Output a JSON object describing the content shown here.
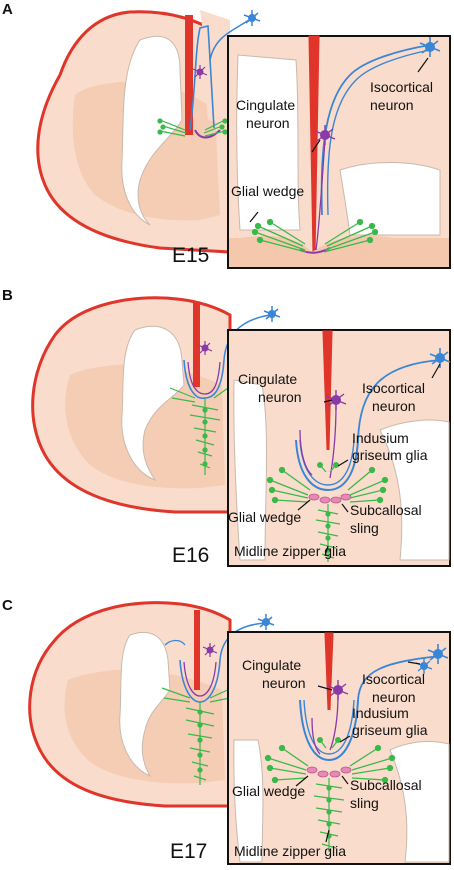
{
  "colors": {
    "tissue": "#f9dccb",
    "tissue_light": "#fdeee5",
    "pial_red": "#e0352b",
    "ventricle": "#ffffff",
    "axon_blue": "#3a86d6",
    "neuron_purple": "#8a3aa8",
    "glia_green": "#3bb84a",
    "sling_pink": "#e58ab5",
    "inset_border": "#111111"
  },
  "icons": [
    "isocortical-neuron-icon",
    "cingulate-neuron-icon",
    "glial-cell-icon",
    "arrow-icon"
  ],
  "panels": [
    {
      "letter": "A",
      "stage": "E15",
      "labels": {
        "isocortical": [
          "Isocortical",
          "neuron"
        ],
        "cingulate": [
          "Cingulate",
          "neuron"
        ],
        "glial_wedge": "Glial wedge"
      }
    },
    {
      "letter": "B",
      "stage": "E16",
      "labels": {
        "cingulate": [
          "Cingulate",
          "neuron"
        ],
        "isocortical": [
          "Isocortical",
          "neuron"
        ],
        "indusium": [
          "Indusium",
          "griseum glia"
        ],
        "glial_wedge": "Glial wedge",
        "subcallosal": [
          "Subcallosal",
          "sling"
        ],
        "zipper": "Midline zipper glia"
      }
    },
    {
      "letter": "C",
      "stage": "E17",
      "labels": {
        "cingulate": [
          "Cingulate",
          "neuron"
        ],
        "isocortical": [
          "Isocortical",
          "neuron"
        ],
        "indusium": [
          "Indusium",
          "griseum glia"
        ],
        "glial_wedge": "Glial wedge",
        "subcallosal": [
          "Subcallosal",
          "sling"
        ],
        "zipper": "Midline zipper glia"
      }
    }
  ]
}
